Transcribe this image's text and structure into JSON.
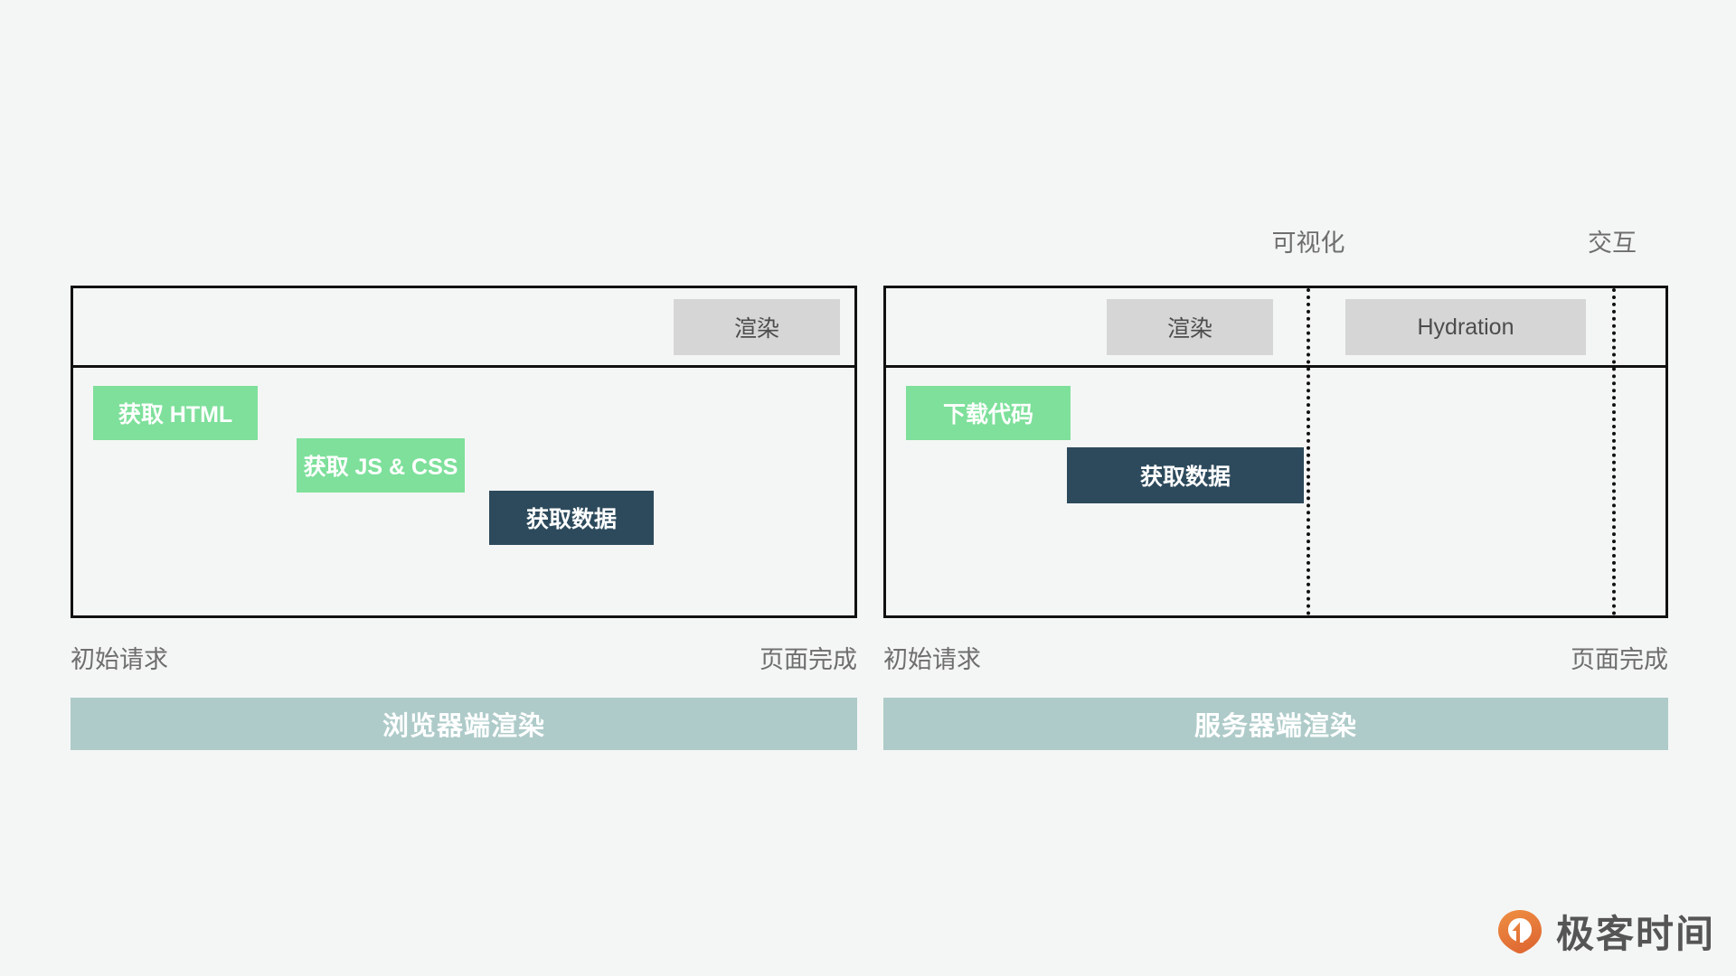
{
  "background_color": "#f4f6f5",
  "palette": {
    "render_box": "#d6d6d6",
    "fetch_green": "#7ee09b",
    "data_navy": "#2d4a5c",
    "footer_teal": "#aecbc9",
    "outline": "#111111",
    "label_gray": "#6e6e6e",
    "logo_orange": "#e8743b"
  },
  "panels": [
    {
      "id": "csr",
      "footer_label": "浏览器端渲染",
      "start_label": "初始请求",
      "end_label": "页面完成",
      "markers": [],
      "head_tasks": [
        {
          "label": "渲染",
          "style": "gray"
        }
      ],
      "body_tasks": [
        {
          "label": "获取 HTML",
          "style": "green"
        },
        {
          "label": "获取 JS & CSS",
          "style": "green"
        },
        {
          "label": "获取数据",
          "style": "navy"
        }
      ]
    },
    {
      "id": "ssr",
      "footer_label": "服务器端渲染",
      "start_label": "初始请求",
      "end_label": "页面完成",
      "markers": [
        {
          "label": "可视化"
        },
        {
          "label": "交互"
        }
      ],
      "head_tasks": [
        {
          "label": "渲染",
          "style": "gray"
        },
        {
          "label": "Hydration",
          "style": "gray"
        }
      ],
      "body_tasks": [
        {
          "label": "下载代码",
          "style": "green"
        },
        {
          "label": "获取数据",
          "style": "navy"
        }
      ]
    }
  ],
  "watermark": {
    "text": "极客时间",
    "icon": "geektime-pin-icon"
  }
}
